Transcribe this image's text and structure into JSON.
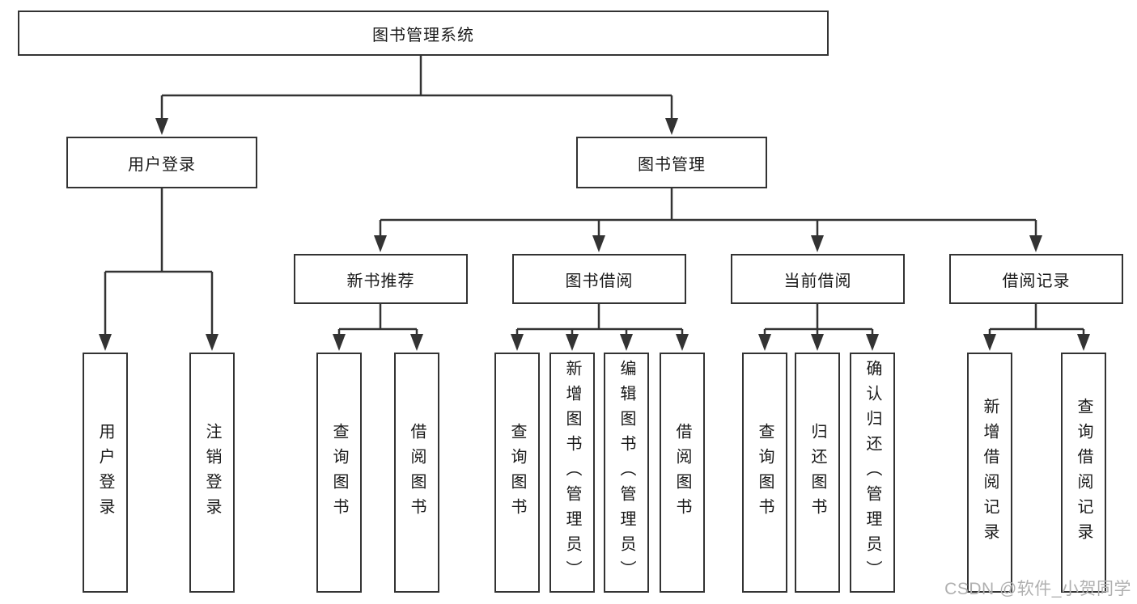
{
  "diagram_title": "图书管理系统",
  "nodes": {
    "root": {
      "label": "图书管理系统"
    },
    "level2": [
      {
        "label": "用户登录",
        "parent": "图书管理系统"
      },
      {
        "label": "图书管理",
        "parent": "图书管理系统"
      }
    ],
    "level3": [
      {
        "label": "新书推荐",
        "parent": "图书管理"
      },
      {
        "label": "图书借阅",
        "parent": "图书管理"
      },
      {
        "label": "当前借阅",
        "parent": "图书管理"
      },
      {
        "label": "借阅记录",
        "parent": "图书管理"
      }
    ],
    "leaves": [
      {
        "label": "用户登录",
        "parent": "用户登录"
      },
      {
        "label": "注销登录",
        "parent": "用户登录"
      },
      {
        "label": "查询图书",
        "parent": "新书推荐"
      },
      {
        "label": "借阅图书",
        "parent": "新书推荐"
      },
      {
        "label": "查询图书",
        "parent": "图书借阅"
      },
      {
        "label": "新增图书（管理员）",
        "parent": "图书借阅"
      },
      {
        "label": "编辑图书（管理员）",
        "parent": "图书借阅"
      },
      {
        "label": "借阅图书",
        "parent": "图书借阅"
      },
      {
        "label": "查询图书",
        "parent": "当前借阅"
      },
      {
        "label": "归还图书",
        "parent": "当前借阅"
      },
      {
        "label": "确认归还（管理员）",
        "parent": "当前借阅"
      },
      {
        "label": "新增借阅记录",
        "parent": "借阅记录"
      },
      {
        "label": "查询借阅记录",
        "parent": "借阅记录"
      }
    ]
  },
  "watermark": {
    "text": "CSDN @软件_小贺同学"
  },
  "colors": {
    "line": "#333333",
    "box_border": "#333333",
    "text": "#1a1a1a",
    "watermark": "#b0b0b0",
    "background": "#ffffff"
  }
}
